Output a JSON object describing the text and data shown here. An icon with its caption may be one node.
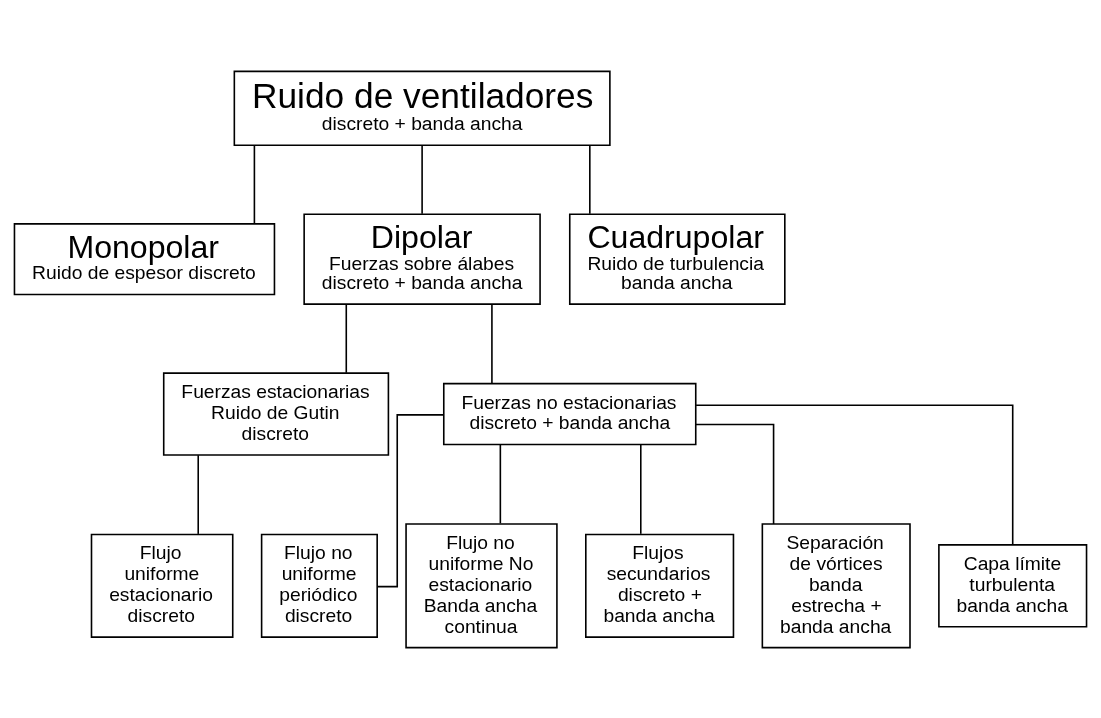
{
  "diagram": {
    "nodes": [
      {
        "text": [
          "Ruido de ventiladores",
          "discreto + banda ancha"
        ]
      },
      {
        "text": [
          "Monopolar",
          "Ruido de espesor discreto"
        ]
      },
      {
        "text": [
          "Dipolar",
          "Fuerzas sobre álabes discreto + banda ancha"
        ]
      },
      {
        "text": [
          "Cuadrupolar",
          "Ruido de turbulencia banda ancha"
        ]
      },
      {
        "text": [
          "Fuerzas estacionarias Ruido de Gutin discreto"
        ]
      },
      {
        "text": [
          "Fuerzas no estacionarias discreto + banda ancha"
        ]
      },
      {
        "text": [
          "Flujo uniforme estacionario",
          "discreto"
        ]
      },
      {
        "text": [
          "Flujo no uniforme periódico discreto"
        ]
      },
      {
        "text": [
          "Flujo no uniforme No estacionario Banda ancha continua"
        ]
      },
      {
        "text": [
          "Flujos secundarios discreto + banda ancha"
        ]
      },
      {
        "text": [
          "Separación de vórtices banda estrecha + banda ancha"
        ]
      },
      {
        "text": [
          "Capa límite turbulenta",
          "banda ancha"
        ]
      }
    ],
    "edges": [
      {
        "from": 0,
        "to": 1,
        "arrow": "none"
      },
      {
        "from": 0,
        "to": 2,
        "arrow": "none"
      },
      {
        "from": 0,
        "to": 3,
        "arrow": "none"
      },
      {
        "from": 2,
        "to": 4,
        "arrow": "none"
      },
      {
        "from": 2,
        "to": 5,
        "arrow": "none"
      },
      {
        "from": 4,
        "to": 6,
        "arrow": "none"
      },
      {
        "from": 5,
        "to": 7,
        "arrow": "none"
      },
      {
        "from": 5,
        "to": 8,
        "arrow": "none"
      },
      {
        "from": 5,
        "to": 9,
        "arrow": "none"
      },
      {
        "from": 5,
        "to": 10,
        "arrow": "none"
      },
      {
        "from": 5,
        "to": 11,
        "arrow": "none"
      }
    ]
  }
}
